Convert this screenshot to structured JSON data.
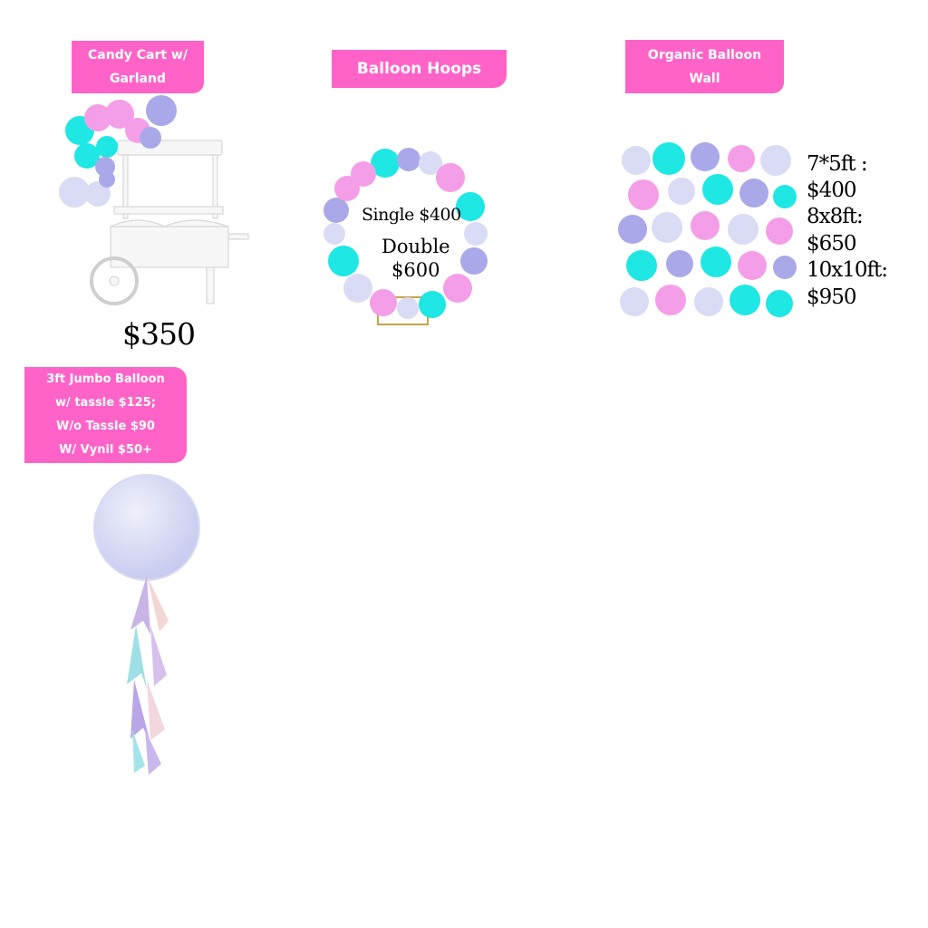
{
  "colors": {
    "tag_bg": "#ff63c8",
    "tag_text": "#ffffff",
    "cyan": "#1ee7e4",
    "pink": "#f59ee8",
    "lavender": "#a9a9ea",
    "pale": "#d9dcf4"
  },
  "items": [
    {
      "id": "candy_cart",
      "tag_lines": [
        "Candy Cart w/",
        "Garland"
      ],
      "price": "$350"
    },
    {
      "id": "balloon_hoops",
      "tag_lines": [
        "Balloon Hoops"
      ],
      "price_lines": [
        "Single $400",
        "Double",
        "$600"
      ]
    },
    {
      "id": "organic_wall",
      "tag_lines": [
        "Organic Balloon",
        "Wall"
      ],
      "price_lines": [
        "7*5ft :",
        "$400",
        "8x8ft:",
        "$650",
        "10x10ft:",
        "$950"
      ]
    },
    {
      "id": "jumbo_balloon",
      "tag_lines": [
        "3ft Jumbo Balloon",
        "w/ tassle $125;",
        "W/o Tassle $90",
        "W/ Vynil $50+"
      ]
    }
  ]
}
